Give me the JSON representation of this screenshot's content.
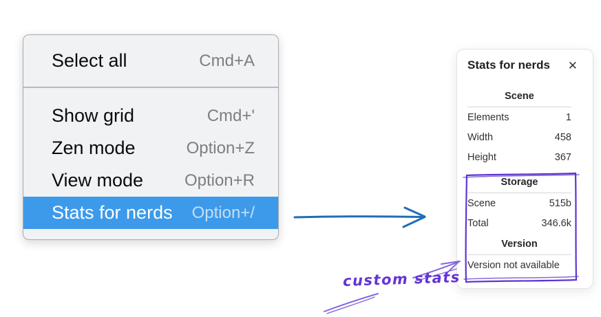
{
  "menu": {
    "sections": [
      {
        "items": [
          {
            "label": "Select all",
            "shortcut": "Cmd+A"
          }
        ]
      },
      {
        "items": [
          {
            "label": "Show grid",
            "shortcut": "Cmd+'"
          },
          {
            "label": "Zen mode",
            "shortcut": "Option+Z"
          },
          {
            "label": "View mode",
            "shortcut": "Option+R"
          },
          {
            "label": "Stats for nerds",
            "shortcut": "Option+/",
            "highlighted": true
          }
        ]
      }
    ],
    "highlight_color": "#3d9aea"
  },
  "stats_panel": {
    "title": "Stats for nerds",
    "close_glyph": "✕",
    "sections": [
      {
        "header": "Scene",
        "rows": [
          {
            "label": "Elements",
            "value": "1"
          },
          {
            "label": "Width",
            "value": "458"
          },
          {
            "label": "Height",
            "value": "367"
          }
        ]
      },
      {
        "header": "Storage",
        "rows": [
          {
            "label": "Scene",
            "value": "515b"
          },
          {
            "label": "Total",
            "value": "346.6k"
          }
        ]
      },
      {
        "header": "Version",
        "note": "Version not available"
      }
    ]
  },
  "annotations": {
    "custom_stats_label": "custom stats",
    "purple": "#5e35cf",
    "purple_light": "#8468dd",
    "arrow_blue": "#1e6db6"
  }
}
